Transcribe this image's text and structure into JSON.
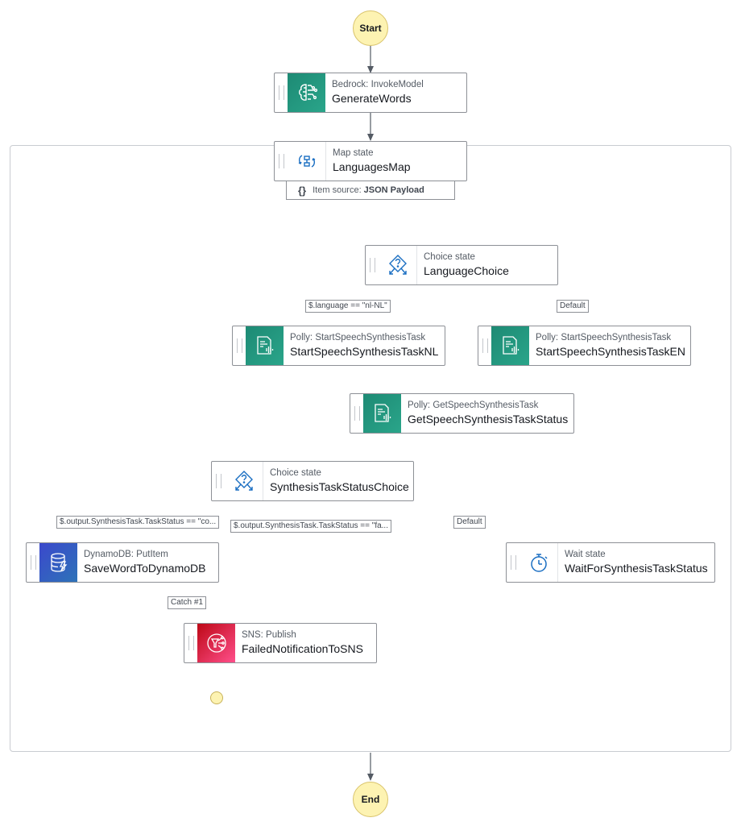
{
  "start": {
    "label": "Start"
  },
  "end": {
    "label": "End"
  },
  "states": {
    "generate_words": {
      "type": "Bedrock: InvokeModel",
      "name": "GenerateWords",
      "icon": "bedrock-brain-icon"
    },
    "languages_map": {
      "type": "Map state",
      "name": "LanguagesMap",
      "icon": "map-state-icon"
    },
    "language_choice": {
      "type": "Choice state",
      "name": "LanguageChoice",
      "icon": "choice-state-icon"
    },
    "polly_nl": {
      "type": "Polly: StartSpeechSynthesisTask",
      "name": "StartSpeechSynthesisTaskNL",
      "icon": "polly-icon"
    },
    "polly_en": {
      "type": "Polly: StartSpeechSynthesisTask",
      "name": "StartSpeechSynthesisTaskEN",
      "icon": "polly-icon"
    },
    "get_status": {
      "type": "Polly: GetSpeechSynthesisTask",
      "name": "GetSpeechSynthesisTaskStatus",
      "icon": "polly-icon"
    },
    "status_choice": {
      "type": "Choice state",
      "name": "SynthesisTaskStatusChoice",
      "icon": "choice-state-icon"
    },
    "dynamo": {
      "type": "DynamoDB: PutItem",
      "name": "SaveWordToDynamoDB",
      "icon": "dynamodb-icon"
    },
    "wait": {
      "type": "Wait state",
      "name": "WaitForSynthesisTaskStatus",
      "icon": "stopwatch-icon"
    },
    "sns": {
      "type": "SNS: Publish",
      "name": "FailedNotificationToSNS",
      "icon": "sns-icon"
    }
  },
  "item_source": {
    "prefix": "Item source:",
    "value": "JSON Payload",
    "icon": "braces-icon"
  },
  "edge_labels": {
    "lang_nl": "$.language == \"nl-NL\"",
    "lang_default": "Default",
    "status_completed": "$.output.SynthesisTask.TaskStatus == \"co...",
    "status_failed": "$.output.SynthesisTask.TaskStatus == \"fa...",
    "status_default": "Default",
    "catch": "Catch #1"
  },
  "colors": {
    "terminal_fill": "#fdf3b2",
    "bedrock_polly": "#1d8a74",
    "dynamodb": "#3b48cc",
    "sns": "#e7157b",
    "choice_icon": "#1a6ec2",
    "edge": "#545b64"
  }
}
